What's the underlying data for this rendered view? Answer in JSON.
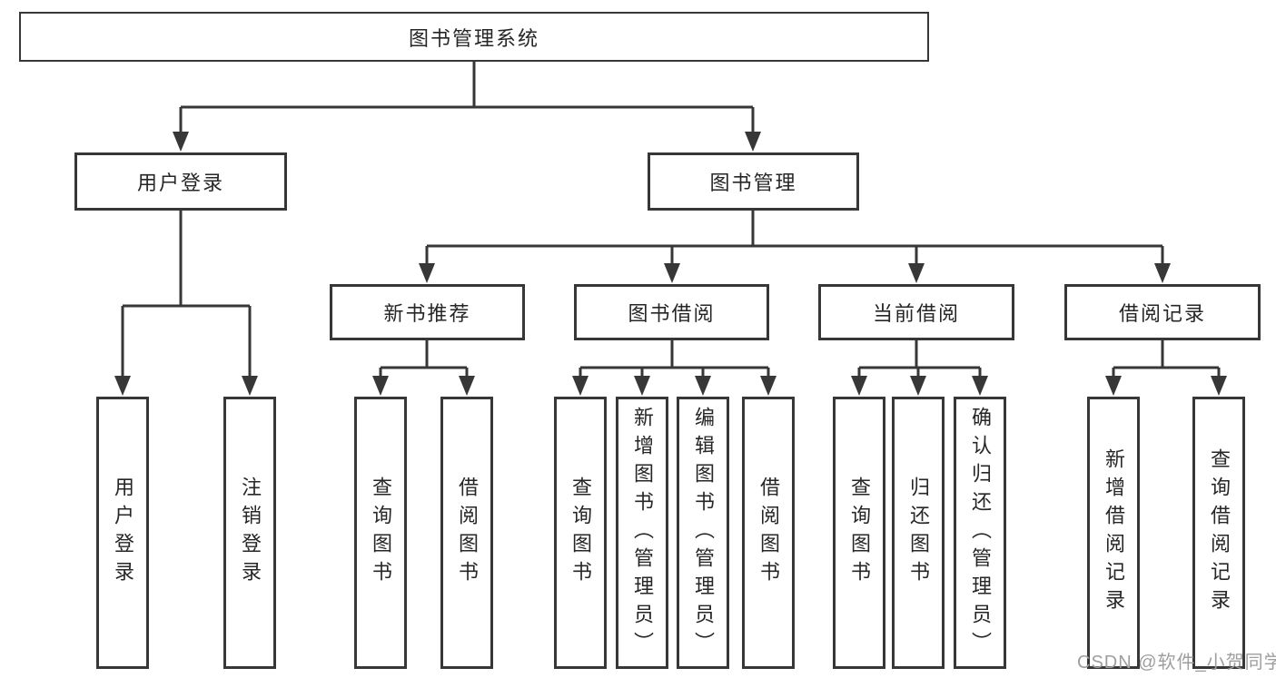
{
  "tree": {
    "label": "图书管理系统",
    "children": [
      {
        "label": "用户登录",
        "children": [
          {
            "label": "用户登录"
          },
          {
            "label": "注销登录"
          }
        ]
      },
      {
        "label": "图书管理",
        "children": [
          {
            "label": "新书推荐",
            "children": [
              {
                "label": "查询图书"
              },
              {
                "label": "借阅图书"
              }
            ]
          },
          {
            "label": "图书借阅",
            "children": [
              {
                "label": "查询图书"
              },
              {
                "label": "新增图书（管理员）"
              },
              {
                "label": "编辑图书（管理员）"
              },
              {
                "label": "借阅图书"
              }
            ]
          },
          {
            "label": "当前借阅",
            "children": [
              {
                "label": "查询图书"
              },
              {
                "label": "归还图书"
              },
              {
                "label": "确认归还（管理员）"
              }
            ]
          },
          {
            "label": "借阅记录",
            "children": [
              {
                "label": "新增借阅记录"
              },
              {
                "label": "查询借阅记录"
              }
            ]
          }
        ]
      }
    ]
  },
  "watermark": {
    "text": "CSDN @软件_小贺同学"
  },
  "colors": {
    "line": "#373737",
    "text": "#262626",
    "watermark": "#9e9e9e",
    "background": "#ffffff"
  }
}
